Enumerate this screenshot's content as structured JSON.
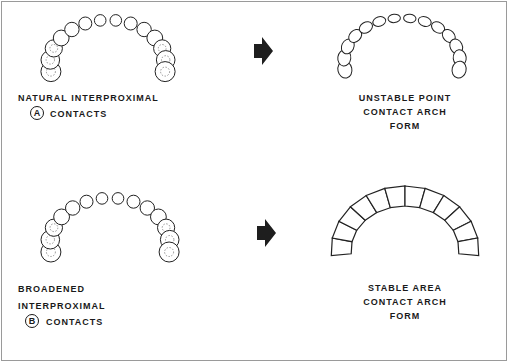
{
  "diagram": {
    "nodes": [
      {
        "text": [
          "A"
        ]
      },
      {
        "text": [
          "B"
        ]
      }
    ],
    "labels": [
      "NATURAL INTERPROXIMAL",
      "CONTACTS",
      "UNSTABLE POINT CONTACT ARCH FORM",
      "BROADENED INTERPROXIMAL",
      "CONTACTS",
      "STABLE AREA CONTACT ARCH FORM"
    ]
  }
}
